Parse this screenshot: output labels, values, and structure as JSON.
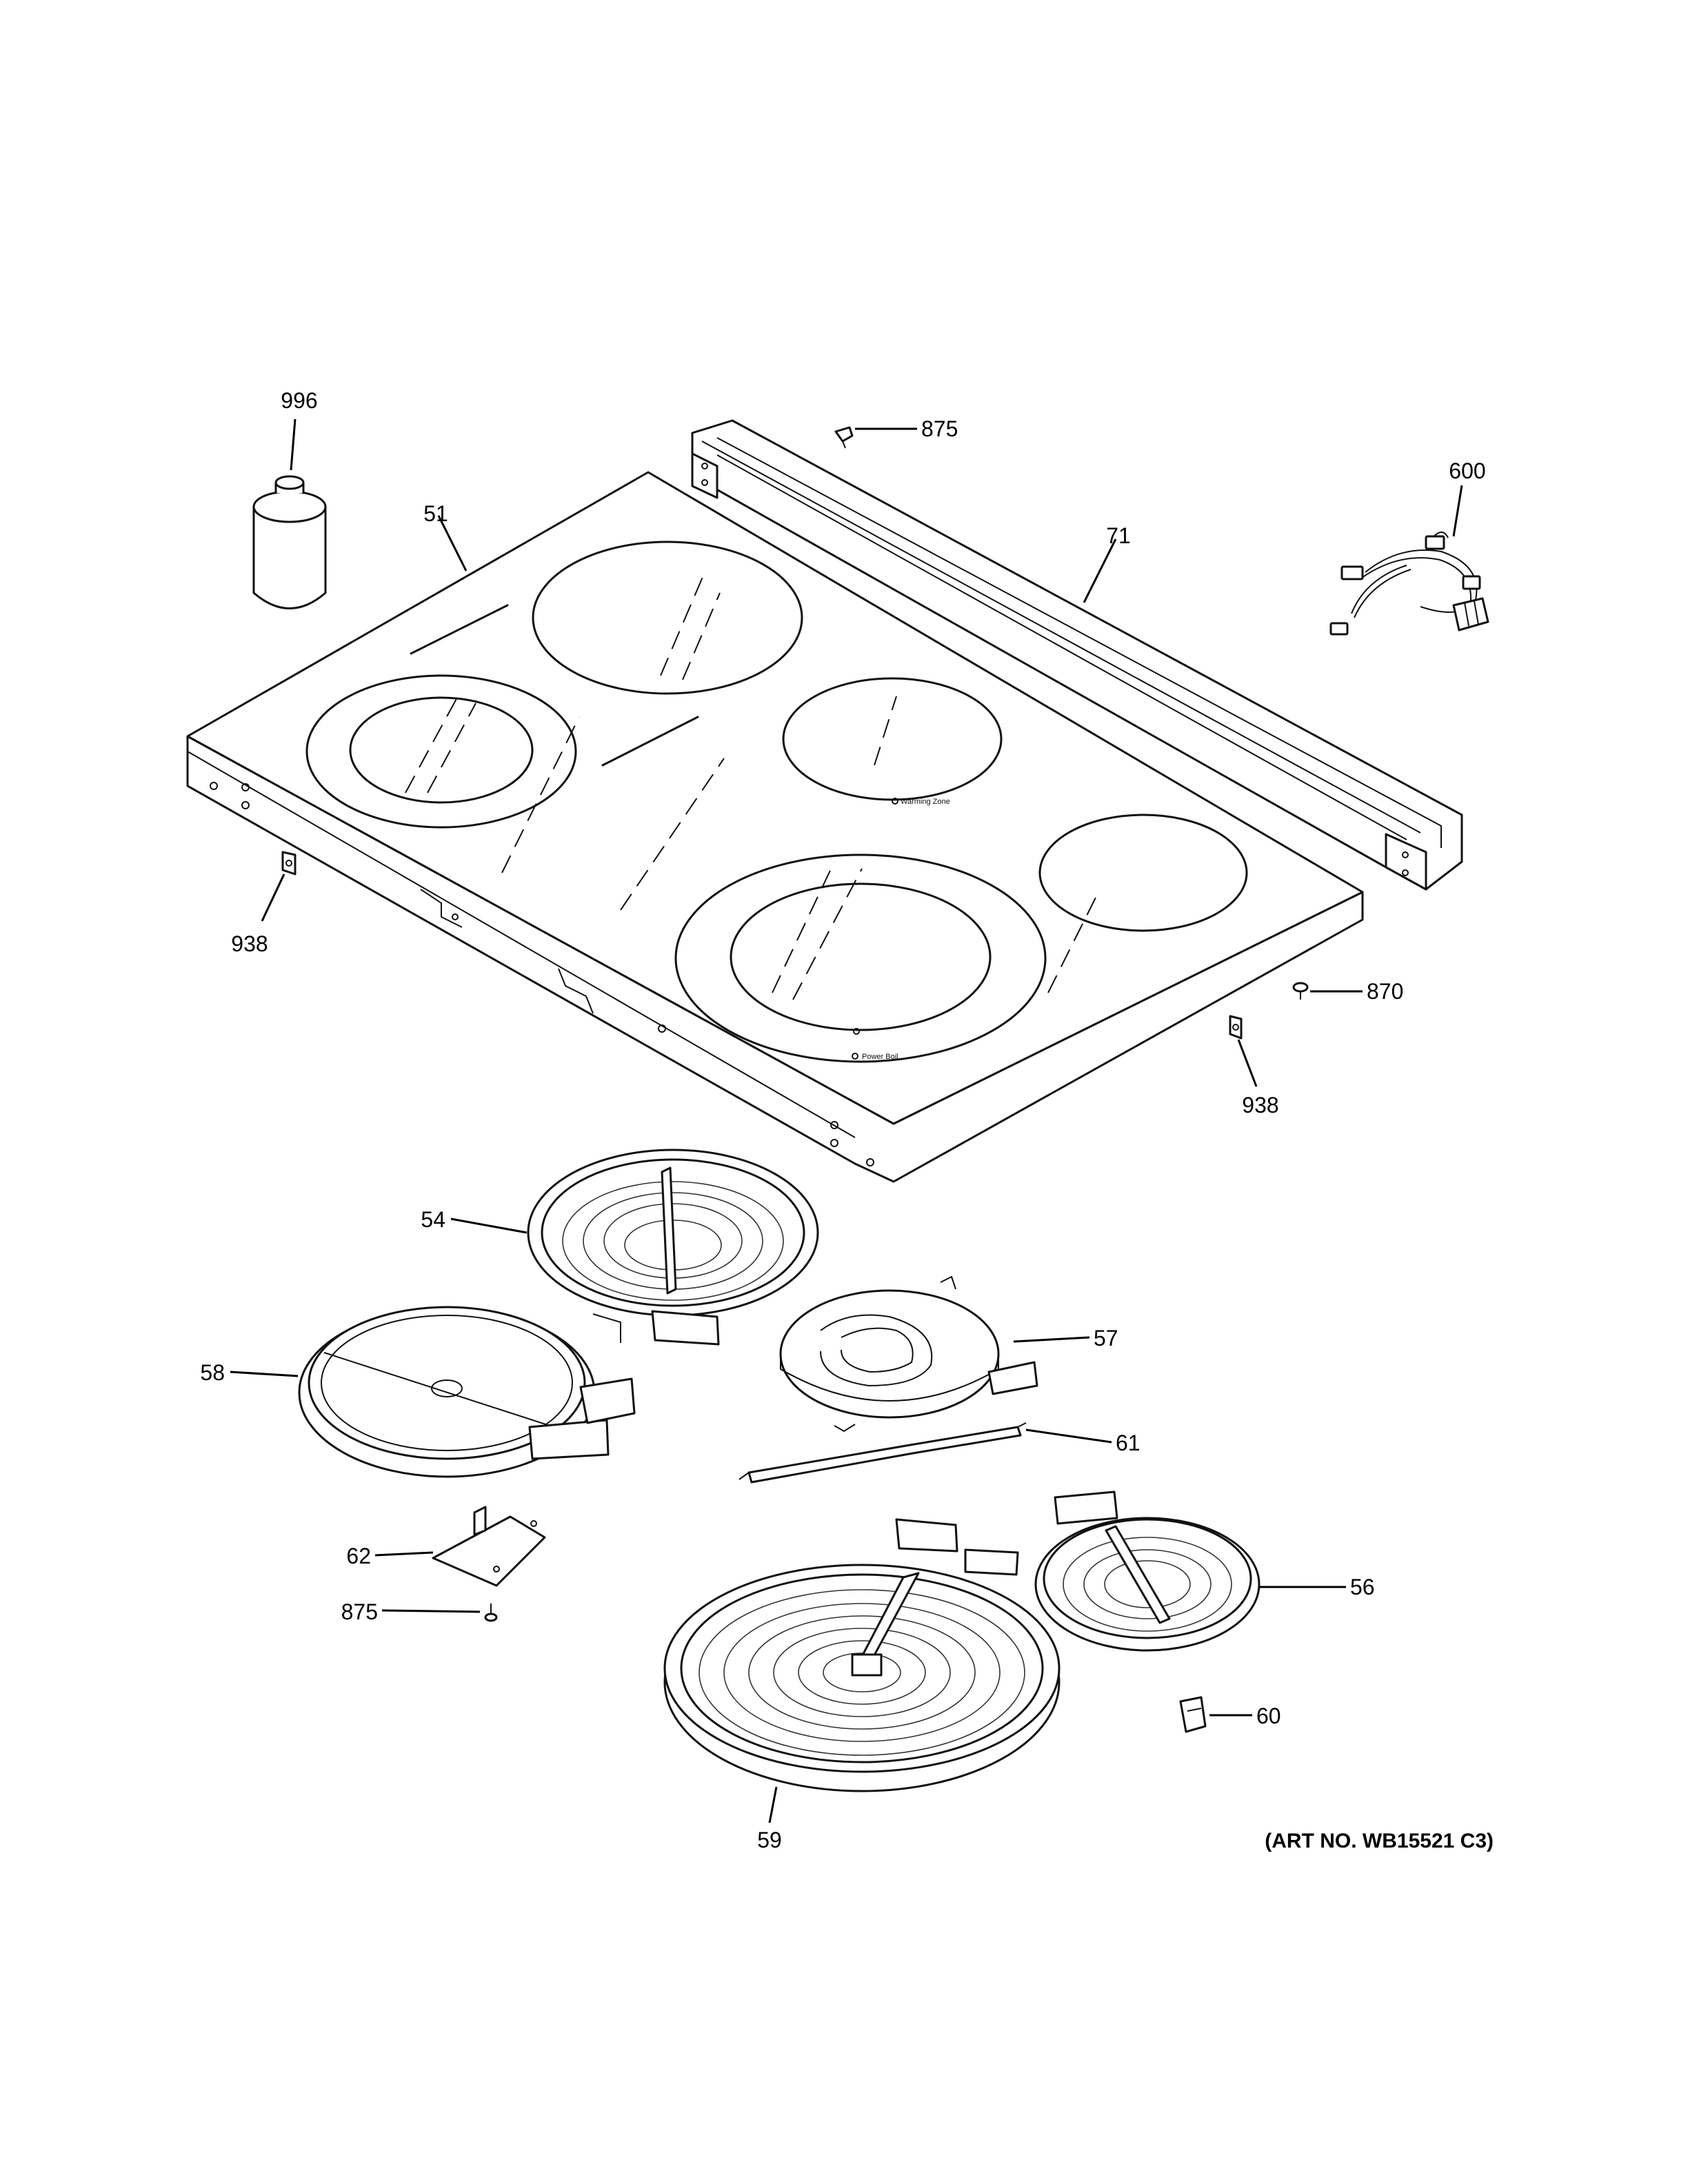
{
  "callouts": {
    "c996": "996",
    "c875_top": "875",
    "c600": "600",
    "c51": "51",
    "c71": "71",
    "c938_left": "938",
    "c870": "870",
    "c938_right": "938",
    "c54": "54",
    "c57": "57",
    "c58": "58",
    "c61": "61",
    "c62": "62",
    "c875_bottom": "875",
    "c56": "56",
    "c60": "60",
    "c59": "59"
  },
  "art_number": "(ART NO. WB15521 C3)",
  "cooktop_marks": {
    "warming_zone": "Warming Zone",
    "power_boil": "Power Boil"
  }
}
